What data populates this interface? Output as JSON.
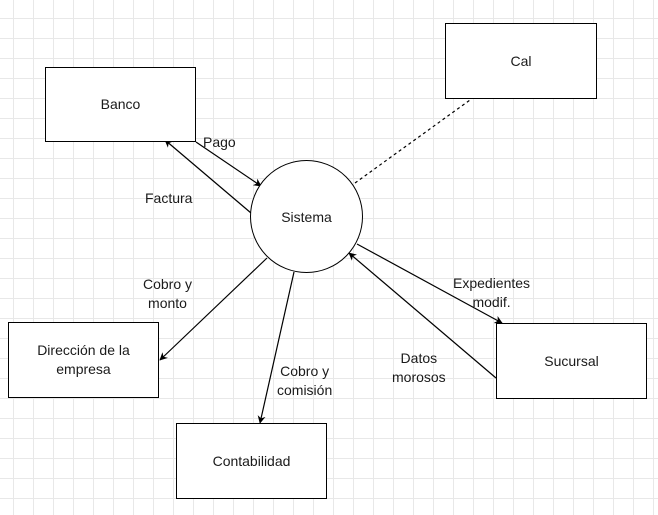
{
  "process": {
    "label": "Sistema"
  },
  "entities": {
    "banco": "Banco",
    "cal": "Cal",
    "direccion": "Dirección de la\nempresa",
    "contabilidad": "Contabilidad",
    "sucursal": "Sucursal"
  },
  "flows": {
    "pago": "Pago",
    "factura": "Factura",
    "cobro_monto": "Cobro y\nmonto",
    "cobro_comision": "Cobro y\ncomisión",
    "expedientes": "Expedientes\nmodif.",
    "datos_morosos": "Datos\nmorosos"
  },
  "colors": {
    "stroke": "#000000",
    "grid": "#e8e8e8",
    "background": "#ffffff"
  }
}
